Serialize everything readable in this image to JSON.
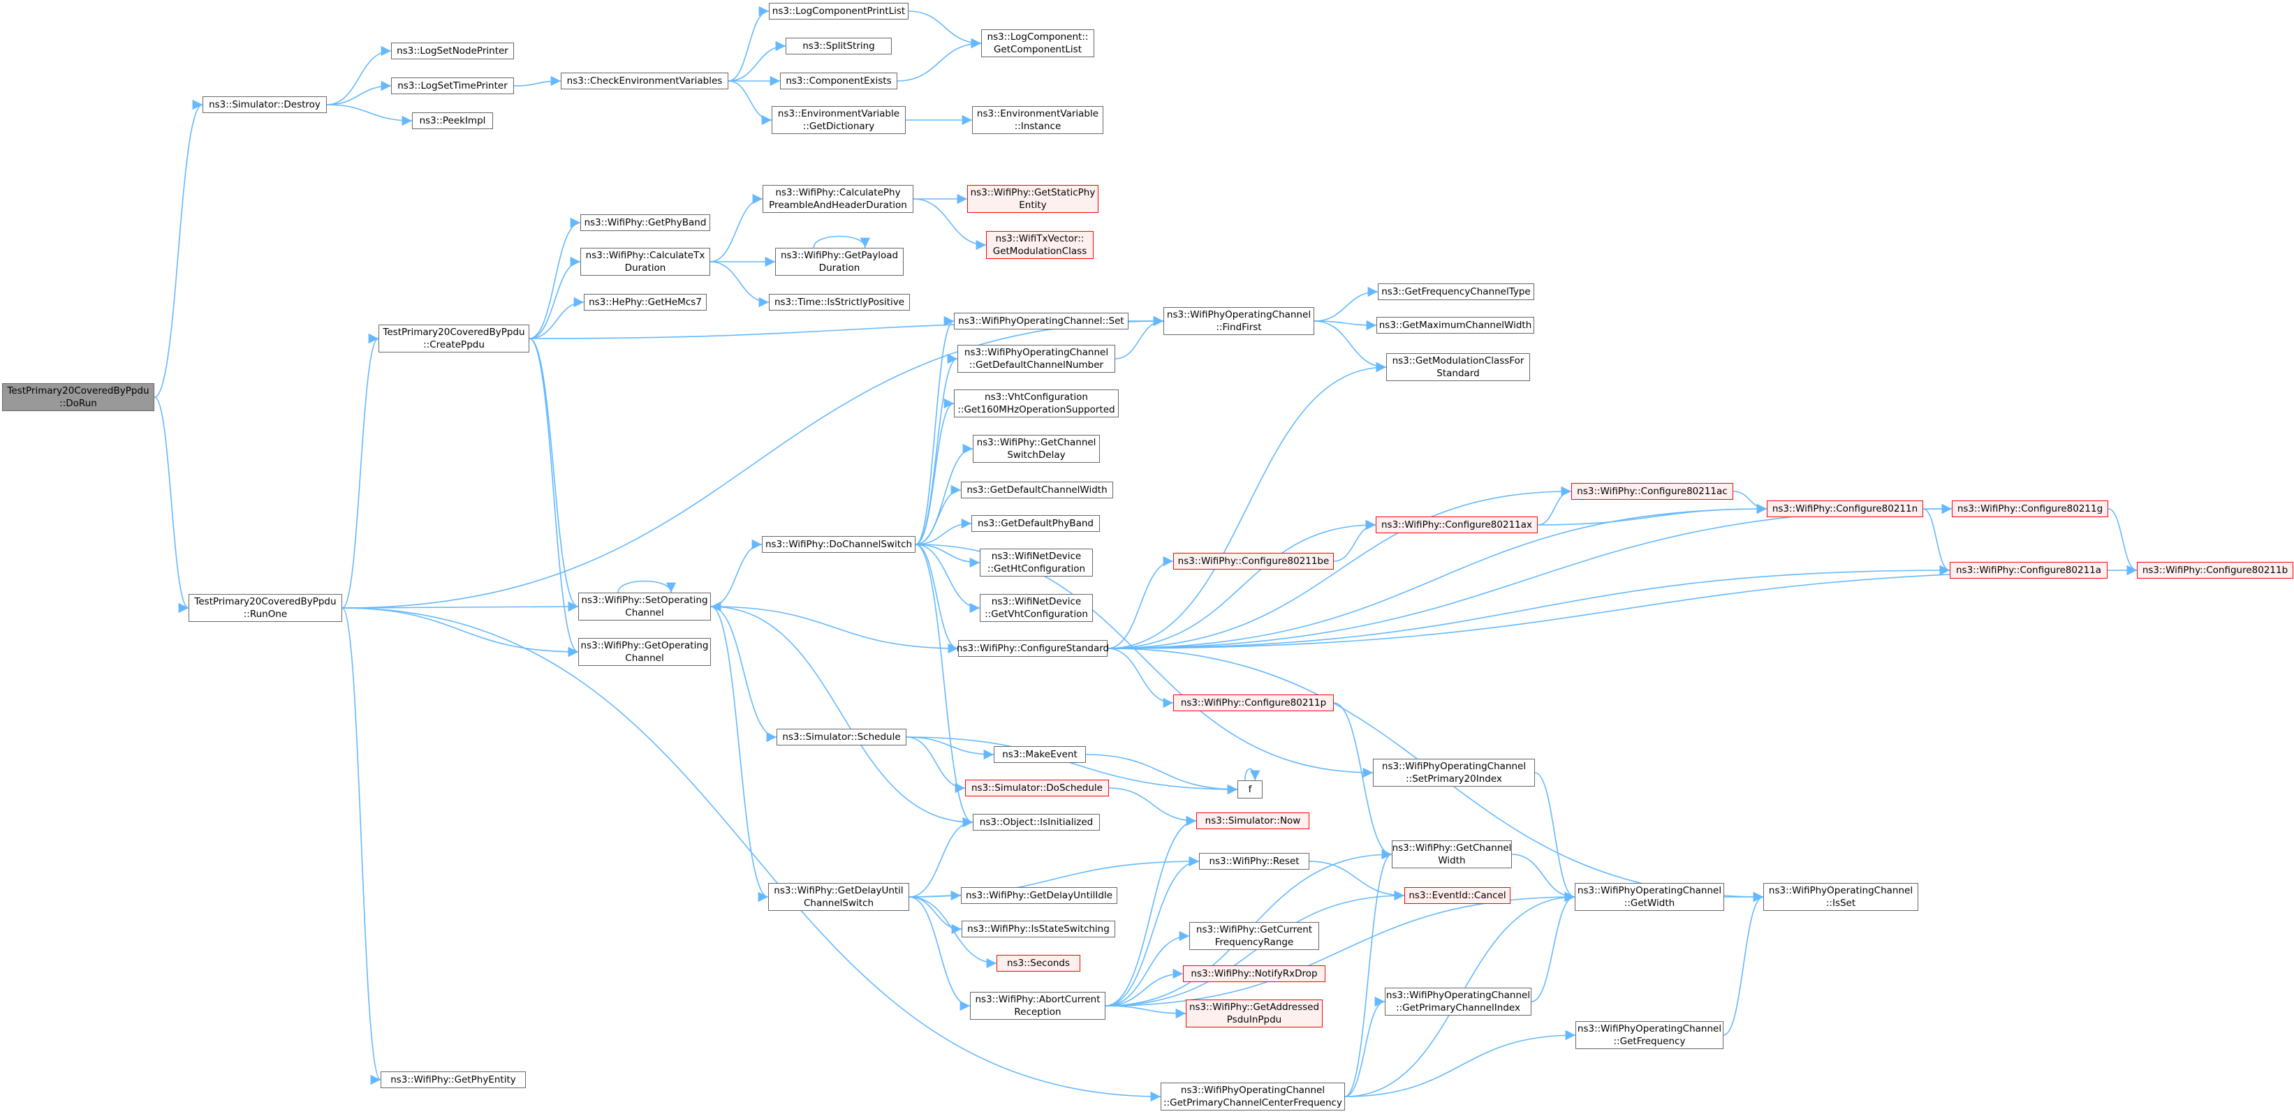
{
  "nodes": [
    {
      "id": "root",
      "lines": [
        "TestPrimary20CoveredByPpdu",
        "::DoRun"
      ],
      "style": "root"
    },
    {
      "id": "destroy",
      "lines": [
        "ns3::Simulator::Destroy"
      ],
      "style": "normal"
    },
    {
      "id": "runone",
      "lines": [
        "TestPrimary20CoveredByPpdu",
        "::RunOne"
      ],
      "style": "normal"
    },
    {
      "id": "lognode",
      "lines": [
        "ns3::LogSetNodePrinter"
      ],
      "style": "normal"
    },
    {
      "id": "logtime",
      "lines": [
        "ns3::LogSetTimePrinter"
      ],
      "style": "normal"
    },
    {
      "id": "peek",
      "lines": [
        "ns3::PeekImpl"
      ],
      "style": "normal"
    },
    {
      "id": "checkenv",
      "lines": [
        "ns3::CheckEnvironmentVariables"
      ],
      "style": "normal"
    },
    {
      "id": "logcomplist",
      "lines": [
        "ns3::LogComponentPrintList"
      ],
      "style": "normal"
    },
    {
      "id": "splitstring",
      "lines": [
        "ns3::SplitString"
      ],
      "style": "normal"
    },
    {
      "id": "compexists",
      "lines": [
        "ns3::ComponentExists"
      ],
      "style": "normal"
    },
    {
      "id": "envdict",
      "lines": [
        "ns3::EnvironmentVariable",
        "::GetDictionary"
      ],
      "style": "normal"
    },
    {
      "id": "getcomplist",
      "lines": [
        "ns3::LogComponent::",
        "GetComponentList"
      ],
      "style": "normal"
    },
    {
      "id": "envinstance",
      "lines": [
        "ns3::EnvironmentVariable",
        "::Instance"
      ],
      "style": "normal"
    },
    {
      "id": "createppdu",
      "lines": [
        "TestPrimary20CoveredByPpdu",
        "::CreatePpdu"
      ],
      "style": "normal"
    },
    {
      "id": "getphyband",
      "lines": [
        "ns3::WifiPhy::GetPhyBand"
      ],
      "style": "normal"
    },
    {
      "id": "calctx",
      "lines": [
        "ns3::WifiPhy::CalculateTx",
        "Duration"
      ],
      "style": "normal"
    },
    {
      "id": "gethemcs7",
      "lines": [
        "ns3::HePhy::GetHeMcs7"
      ],
      "style": "normal"
    },
    {
      "id": "calcpreamble",
      "lines": [
        "ns3::WifiPhy::CalculatePhy",
        "PreambleAndHeaderDuration"
      ],
      "style": "normal"
    },
    {
      "id": "getpayload",
      "lines": [
        "ns3::WifiPhy::GetPayload",
        "Duration"
      ],
      "style": "normal"
    },
    {
      "id": "strictpos",
      "lines": [
        "ns3::Time::IsStrictlyPositive"
      ],
      "style": "normal"
    },
    {
      "id": "getstaticphy",
      "lines": [
        "ns3::WifiPhy::GetStaticPhy",
        "Entity"
      ],
      "style": "red"
    },
    {
      "id": "getmodclass",
      "lines": [
        "ns3::WifiTxVector::",
        "GetModulationClass"
      ],
      "style": "red"
    },
    {
      "id": "findfirst",
      "lines": [
        "ns3::WifiPhyOperatingChannel",
        "::FindFirst"
      ],
      "style": "normal"
    },
    {
      "id": "getfreqchtype",
      "lines": [
        "ns3::GetFrequencyChannelType"
      ],
      "style": "normal"
    },
    {
      "id": "getmaxchwidth",
      "lines": [
        "ns3::GetMaximumChannelWidth"
      ],
      "style": "normal"
    },
    {
      "id": "getmodclassstd",
      "lines": [
        "ns3::GetModulationClassFor",
        "Standard"
      ],
      "style": "normal"
    },
    {
      "id": "opchset",
      "lines": [
        "ns3::WifiPhyOperatingChannel::Set"
      ],
      "style": "normal"
    },
    {
      "id": "getdefchnum",
      "lines": [
        "ns3::WifiPhyOperatingChannel",
        "::GetDefaultChannelNumber"
      ],
      "style": "normal"
    },
    {
      "id": "vht160",
      "lines": [
        "ns3::VhtConfiguration",
        "::Get160MHzOperationSupported"
      ],
      "style": "normal"
    },
    {
      "id": "getchswdelay",
      "lines": [
        "ns3::WifiPhy::GetChannel",
        "SwitchDelay"
      ],
      "style": "normal"
    },
    {
      "id": "getdefchwidth",
      "lines": [
        "ns3::GetDefaultChannelWidth"
      ],
      "style": "normal"
    },
    {
      "id": "getdefphyband",
      "lines": [
        "ns3::GetDefaultPhyBand"
      ],
      "style": "normal"
    },
    {
      "id": "gethtconfig",
      "lines": [
        "ns3::WifiNetDevice",
        "::GetHtConfiguration"
      ],
      "style": "normal"
    },
    {
      "id": "getvhtconfig",
      "lines": [
        "ns3::WifiNetDevice",
        "::GetVhtConfiguration"
      ],
      "style": "normal"
    },
    {
      "id": "configstd",
      "lines": [
        "ns3::WifiPhy::ConfigureStandard"
      ],
      "style": "normal"
    },
    {
      "id": "dochsw",
      "lines": [
        "ns3::WifiPhy::DoChannelSwitch"
      ],
      "style": "normal"
    },
    {
      "id": "setopch",
      "lines": [
        "ns3::WifiPhy::SetOperating",
        "Channel"
      ],
      "style": "normal"
    },
    {
      "id": "getopch",
      "lines": [
        "ns3::WifiPhy::GetOperating",
        "Channel"
      ],
      "style": "normal"
    },
    {
      "id": "cfgac",
      "lines": [
        "ns3::WifiPhy::Configure80211ac"
      ],
      "style": "red"
    },
    {
      "id": "cfgax",
      "lines": [
        "ns3::WifiPhy::Configure80211ax"
      ],
      "style": "red"
    },
    {
      "id": "cfgbe",
      "lines": [
        "ns3::WifiPhy::Configure80211be"
      ],
      "style": "red"
    },
    {
      "id": "cfgn",
      "lines": [
        "ns3::WifiPhy::Configure80211n"
      ],
      "style": "red"
    },
    {
      "id": "cfgg",
      "lines": [
        "ns3::WifiPhy::Configure80211g"
      ],
      "style": "red"
    },
    {
      "id": "cfga",
      "lines": [
        "ns3::WifiPhy::Configure80211a"
      ],
      "style": "red"
    },
    {
      "id": "cfgb",
      "lines": [
        "ns3::WifiPhy::Configure80211b"
      ],
      "style": "red"
    },
    {
      "id": "cfgp",
      "lines": [
        "ns3::WifiPhy::Configure80211p"
      ],
      "style": "red"
    },
    {
      "id": "schedule",
      "lines": [
        "ns3::Simulator::Schedule"
      ],
      "style": "normal"
    },
    {
      "id": "makeevent",
      "lines": [
        "ns3::MakeEvent"
      ],
      "style": "normal"
    },
    {
      "id": "doschedule",
      "lines": [
        "ns3::Simulator::DoSchedule"
      ],
      "style": "red"
    },
    {
      "id": "f",
      "lines": [
        "f"
      ],
      "style": "normal"
    },
    {
      "id": "setprimary20",
      "lines": [
        "ns3::WifiPhyOperatingChannel",
        "::SetPrimary20Index"
      ],
      "style": "normal"
    },
    {
      "id": "simnow",
      "lines": [
        "ns3::Simulator::Now"
      ],
      "style": "red"
    },
    {
      "id": "isinit",
      "lines": [
        "ns3::Object::IsInitialized"
      ],
      "style": "normal"
    },
    {
      "id": "getchwidth",
      "lines": [
        "ns3::WifiPhy::GetChannel",
        "Width"
      ],
      "style": "normal"
    },
    {
      "id": "reset",
      "lines": [
        "ns3::WifiPhy::Reset"
      ],
      "style": "normal"
    },
    {
      "id": "cancel",
      "lines": [
        "ns3::EventId::Cancel"
      ],
      "style": "red"
    },
    {
      "id": "opchgetwidth",
      "lines": [
        "ns3::WifiPhyOperatingChannel",
        "::GetWidth"
      ],
      "style": "normal"
    },
    {
      "id": "opchisset",
      "lines": [
        "ns3::WifiPhyOperatingChannel",
        "::IsSet"
      ],
      "style": "normal"
    },
    {
      "id": "getdelayuntilcs",
      "lines": [
        "ns3::WifiPhy::GetDelayUntil",
        "ChannelSwitch"
      ],
      "style": "normal"
    },
    {
      "id": "getdelayuntilidle",
      "lines": [
        "ns3::WifiPhy::GetDelayUntilIdle"
      ],
      "style": "normal"
    },
    {
      "id": "isstatesw",
      "lines": [
        "ns3::WifiPhy::IsStateSwitching"
      ],
      "style": "normal"
    },
    {
      "id": "seconds",
      "lines": [
        "ns3::Seconds"
      ],
      "style": "red"
    },
    {
      "id": "abortrx",
      "lines": [
        "ns3::WifiPhy::AbortCurrent",
        "Reception"
      ],
      "style": "normal"
    },
    {
      "id": "getcurfreq",
      "lines": [
        "ns3::WifiPhy::GetCurrent",
        "FrequencyRange"
      ],
      "style": "normal"
    },
    {
      "id": "notifyrxdrop",
      "lines": [
        "ns3::WifiPhy::NotifyRxDrop"
      ],
      "style": "red"
    },
    {
      "id": "getaddrpsdu",
      "lines": [
        "ns3::WifiPhy::GetAddressed",
        "PsduInPpdu"
      ],
      "style": "red"
    },
    {
      "id": "getprimchidx",
      "lines": [
        "ns3::WifiPhyOperatingChannel",
        "::GetPrimaryChannelIndex"
      ],
      "style": "normal"
    },
    {
      "id": "opchgetfreq",
      "lines": [
        "ns3::WifiPhyOperatingChannel",
        "::GetFrequency"
      ],
      "style": "normal"
    },
    {
      "id": "getprimchcf",
      "lines": [
        "ns3::WifiPhyOperatingChannel",
        "::GetPrimaryChannelCenterFrequency"
      ],
      "style": "normal"
    },
    {
      "id": "getphyentity",
      "lines": [
        "ns3::WifiPhy::GetPhyEntity"
      ],
      "style": "normal"
    }
  ],
  "edges": [
    [
      "root",
      "destroy"
    ],
    [
      "root",
      "runone"
    ],
    [
      "destroy",
      "lognode"
    ],
    [
      "destroy",
      "logtime"
    ],
    [
      "destroy",
      "peek"
    ],
    [
      "logtime",
      "checkenv"
    ],
    [
      "checkenv",
      "logcomplist"
    ],
    [
      "checkenv",
      "splitstring"
    ],
    [
      "checkenv",
      "compexists"
    ],
    [
      "checkenv",
      "envdict"
    ],
    [
      "logcomplist",
      "getcomplist"
    ],
    [
      "compexists",
      "getcomplist"
    ],
    [
      "envdict",
      "envinstance"
    ],
    [
      "runone",
      "createppdu"
    ],
    [
      "runone",
      "findfirst"
    ],
    [
      "runone",
      "setopch"
    ],
    [
      "runone",
      "getopch"
    ],
    [
      "runone",
      "getprimchcf"
    ],
    [
      "runone",
      "getphyentity"
    ],
    [
      "createppdu",
      "getphyband"
    ],
    [
      "createppdu",
      "calctx"
    ],
    [
      "createppdu",
      "gethemcs7"
    ],
    [
      "createppdu",
      "findfirst"
    ],
    [
      "createppdu",
      "setopch"
    ],
    [
      "createppdu",
      "getopch"
    ],
    [
      "calctx",
      "calcpreamble"
    ],
    [
      "calctx",
      "getpayload"
    ],
    [
      "calctx",
      "strictpos"
    ],
    [
      "calcpreamble",
      "getstaticphy"
    ],
    [
      "calcpreamble",
      "getmodclass"
    ],
    [
      "getpayload",
      "getpayload"
    ],
    [
      "findfirst",
      "getfreqchtype"
    ],
    [
      "findfirst",
      "getmaxchwidth"
    ],
    [
      "findfirst",
      "getmodclassstd"
    ],
    [
      "opchset",
      "findfirst"
    ],
    [
      "getdefchnum",
      "findfirst"
    ],
    [
      "setopch",
      "setopch"
    ],
    [
      "setopch",
      "dochsw"
    ],
    [
      "setopch",
      "schedule"
    ],
    [
      "setopch",
      "isinit"
    ],
    [
      "setopch",
      "getdelayuntilcs"
    ],
    [
      "dochsw",
      "opchset"
    ],
    [
      "dochsw",
      "getdefchnum"
    ],
    [
      "dochsw",
      "vht160"
    ],
    [
      "dochsw",
      "getchswdelay"
    ],
    [
      "dochsw",
      "getdefchwidth"
    ],
    [
      "dochsw",
      "getdefphyband"
    ],
    [
      "dochsw",
      "gethtconfig"
    ],
    [
      "dochsw",
      "getvhtconfig"
    ],
    [
      "dochsw",
      "configstd"
    ],
    [
      "dochsw",
      "setprimary20"
    ],
    [
      "dochsw",
      "isinit"
    ],
    [
      "configstd",
      "setopch"
    ],
    [
      "configstd",
      "getmodclassstd"
    ],
    [
      "configstd",
      "cfgac"
    ],
    [
      "configstd",
      "cfgax"
    ],
    [
      "configstd",
      "cfgbe"
    ],
    [
      "configstd",
      "cfgn"
    ],
    [
      "configstd",
      "cfgg"
    ],
    [
      "configstd",
      "cfga"
    ],
    [
      "configstd",
      "cfgb"
    ],
    [
      "configstd",
      "cfgp"
    ],
    [
      "configstd",
      "opchisset"
    ],
    [
      "cfgbe",
      "cfgax"
    ],
    [
      "cfgax",
      "cfgac"
    ],
    [
      "cfgax",
      "cfgn"
    ],
    [
      "cfgac",
      "cfgn"
    ],
    [
      "cfgn",
      "cfgg"
    ],
    [
      "cfgn",
      "cfga"
    ],
    [
      "cfgg",
      "cfgb"
    ],
    [
      "cfgp",
      "getchwidth"
    ],
    [
      "schedule",
      "makeevent"
    ],
    [
      "schedule",
      "doschedule"
    ],
    [
      "schedule",
      "f"
    ],
    [
      "makeevent",
      "f"
    ],
    [
      "f",
      "f"
    ],
    [
      "doschedule",
      "simnow"
    ],
    [
      "setprimary20",
      "opchgetwidth"
    ],
    [
      "getdelayuntilcs",
      "isinit"
    ],
    [
      "getdelayuntilcs",
      "reset"
    ],
    [
      "getdelayuntilcs",
      "getdelayuntilidle"
    ],
    [
      "getdelayuntilcs",
      "isstatesw"
    ],
    [
      "getdelayuntilcs",
      "seconds"
    ],
    [
      "getdelayuntilcs",
      "abortrx"
    ],
    [
      "reset",
      "cancel"
    ],
    [
      "abortrx",
      "simnow"
    ],
    [
      "abortrx",
      "reset"
    ],
    [
      "abortrx",
      "cancel"
    ],
    [
      "abortrx",
      "getcurfreq"
    ],
    [
      "abortrx",
      "notifyrxdrop"
    ],
    [
      "abortrx",
      "getaddrpsdu"
    ],
    [
      "abortrx",
      "getchwidth"
    ],
    [
      "abortrx",
      "opchgetwidth"
    ],
    [
      "getchwidth",
      "opchgetwidth"
    ],
    [
      "opchgetwidth",
      "opchisset"
    ],
    [
      "getprimchidx",
      "opchgetwidth"
    ],
    [
      "opchgetfreq",
      "opchisset"
    ],
    [
      "getprimchcf",
      "getprimchidx"
    ],
    [
      "getprimchcf",
      "opchgetfreq"
    ],
    [
      "getprimchcf",
      "opchgetwidth"
    ],
    [
      "getprimchcf",
      "getchwidth"
    ]
  ],
  "colors": {
    "edge": "#63b8ff",
    "node_border": "#666666",
    "red_border": "#ff0000",
    "red_fill": "#fff0f0",
    "root_fill": "#999999"
  }
}
